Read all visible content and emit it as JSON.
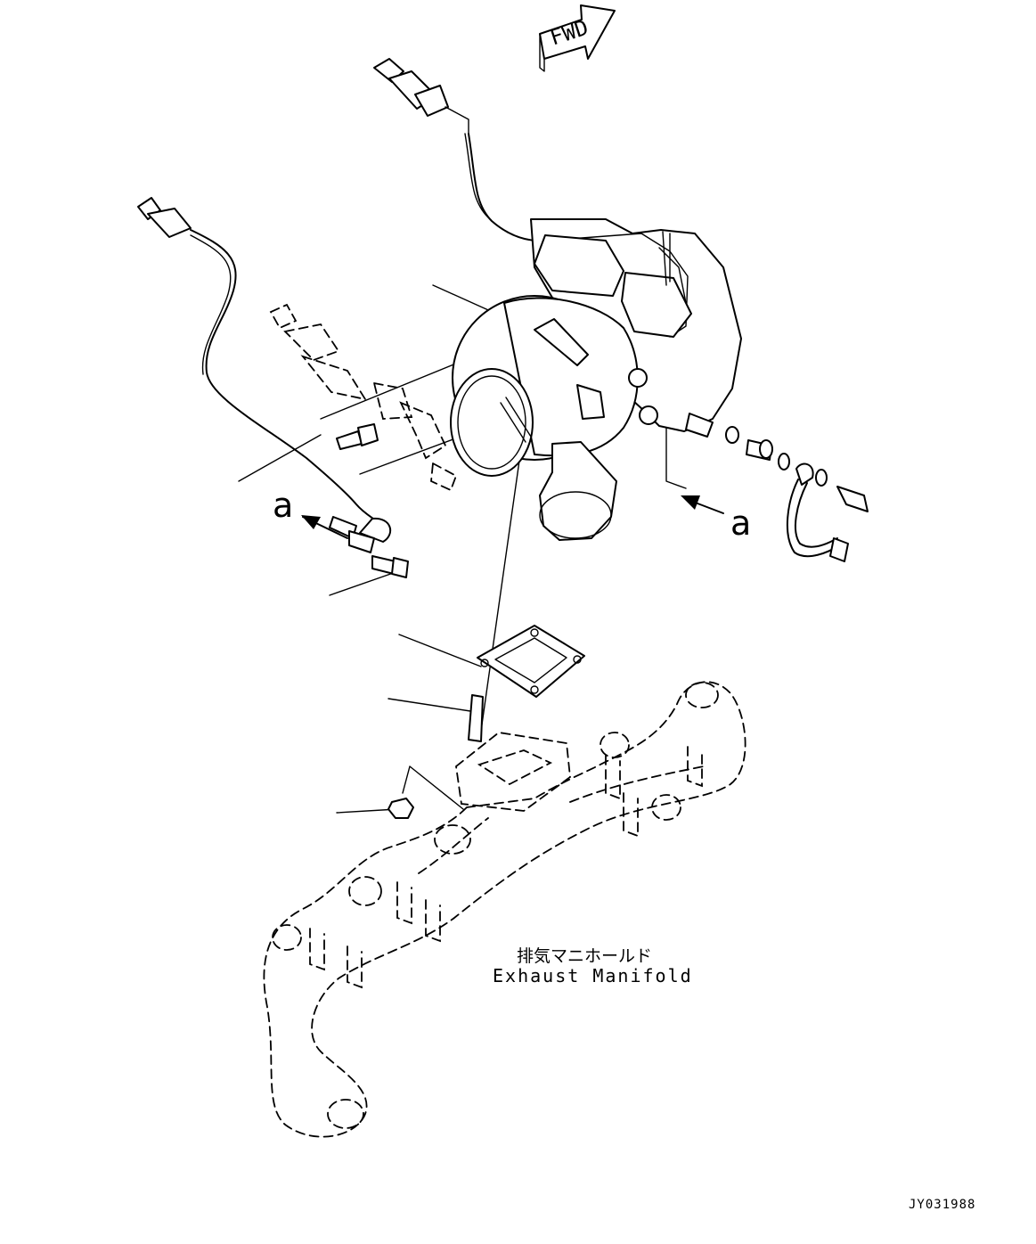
{
  "diagram": {
    "fwd_label": "FWD",
    "view_label_left": "a",
    "view_label_right": "a",
    "manifold_label_jp": "排気マニホールド",
    "manifold_label_en": "Exhaust Manifold",
    "drawing_number": "JY031988"
  },
  "icons": [
    "fwd-arrow-icon",
    "view-arrow-icon"
  ]
}
